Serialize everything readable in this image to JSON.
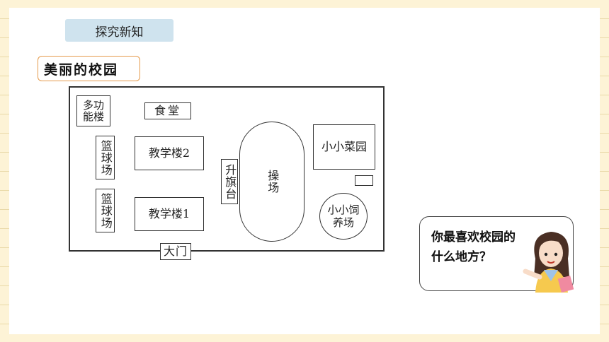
{
  "header": {
    "section_tag": "探究新知"
  },
  "topic": {
    "title": "美丽的校园"
  },
  "map": {
    "duogongneng": "多功能楼",
    "canteen": "食堂",
    "basketball_1": "篮球场",
    "basketball_2": "篮球场",
    "teaching_2": "教学楼2",
    "teaching_1": "教学楼1",
    "flag": "升旗台",
    "playground": "操场",
    "garden": "小小菜园",
    "farm": "小小饲养场",
    "gate": "大门"
  },
  "bubble": {
    "line1": "你最喜欢校园的",
    "line2": "什么地方？"
  }
}
